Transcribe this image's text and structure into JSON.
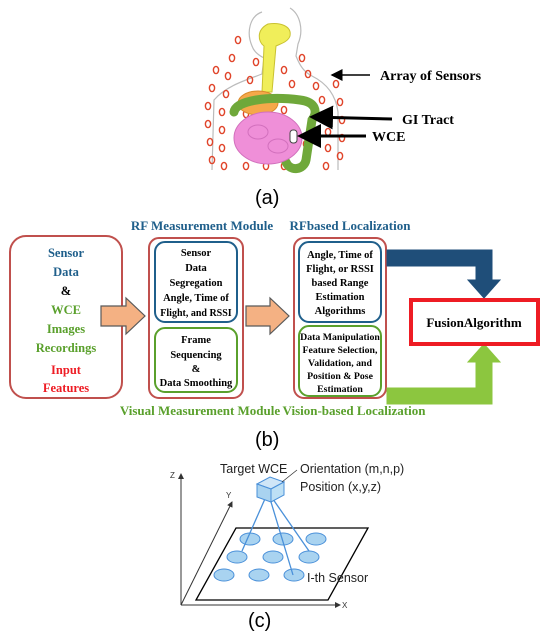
{
  "panel_a": {
    "array_label": "Array of Sensors",
    "gi_label": "GI Tract",
    "wce_label": "WCE",
    "caption": "(a)"
  },
  "panel_b": {
    "input": {
      "lines": [
        "Sensor",
        "Data",
        "&",
        "WCE",
        "Images",
        "Recordings"
      ],
      "features_line1": "Input",
      "features_line2": "Features"
    },
    "rf_module_title": "RF Measurement Module",
    "rf_box_lines": [
      "Sensor",
      "Data",
      "Segregation",
      "Angle, Time of",
      "Flight, and RSSI"
    ],
    "visual_box_lines": [
      "Frame",
      "Sequencing",
      "&",
      "Data Smoothing"
    ],
    "visual_module_title": "Visual Measurement Module",
    "rf_loc_title": "RFbased Localization",
    "rf_loc_box_lines": [
      "Angle, Time of",
      "Flight, or RSSI",
      "based Range",
      "Estimation",
      "Algorithms"
    ],
    "vision_box_lines": [
      "Data Manipulation",
      "Feature Selection,",
      "Validation, and",
      "Position & Pose",
      "Estimation"
    ],
    "vision_loc_title": "Vision-based Localization",
    "fusion_label": "FusionAlgorithm",
    "caption": "(b)",
    "colors": {
      "blue_text": "#1f5f8b",
      "green_text": "#5aa02c",
      "red": "#ee1c24",
      "orange_border": "#c0504d",
      "navy_arrow": "#1f4e79",
      "green_arrow": "#8cc63f",
      "salmon_arrow": "#f4b183"
    }
  },
  "panel_c": {
    "axis_z": "Z",
    "axis_y": "Y",
    "axis_x": "X",
    "target_label": "Target WCE",
    "orientation_label": "Orientation (m,n,p)",
    "position_label": "Position (x,y,z)",
    "sensor_label": "I-th Sensor",
    "caption": "(c)"
  }
}
